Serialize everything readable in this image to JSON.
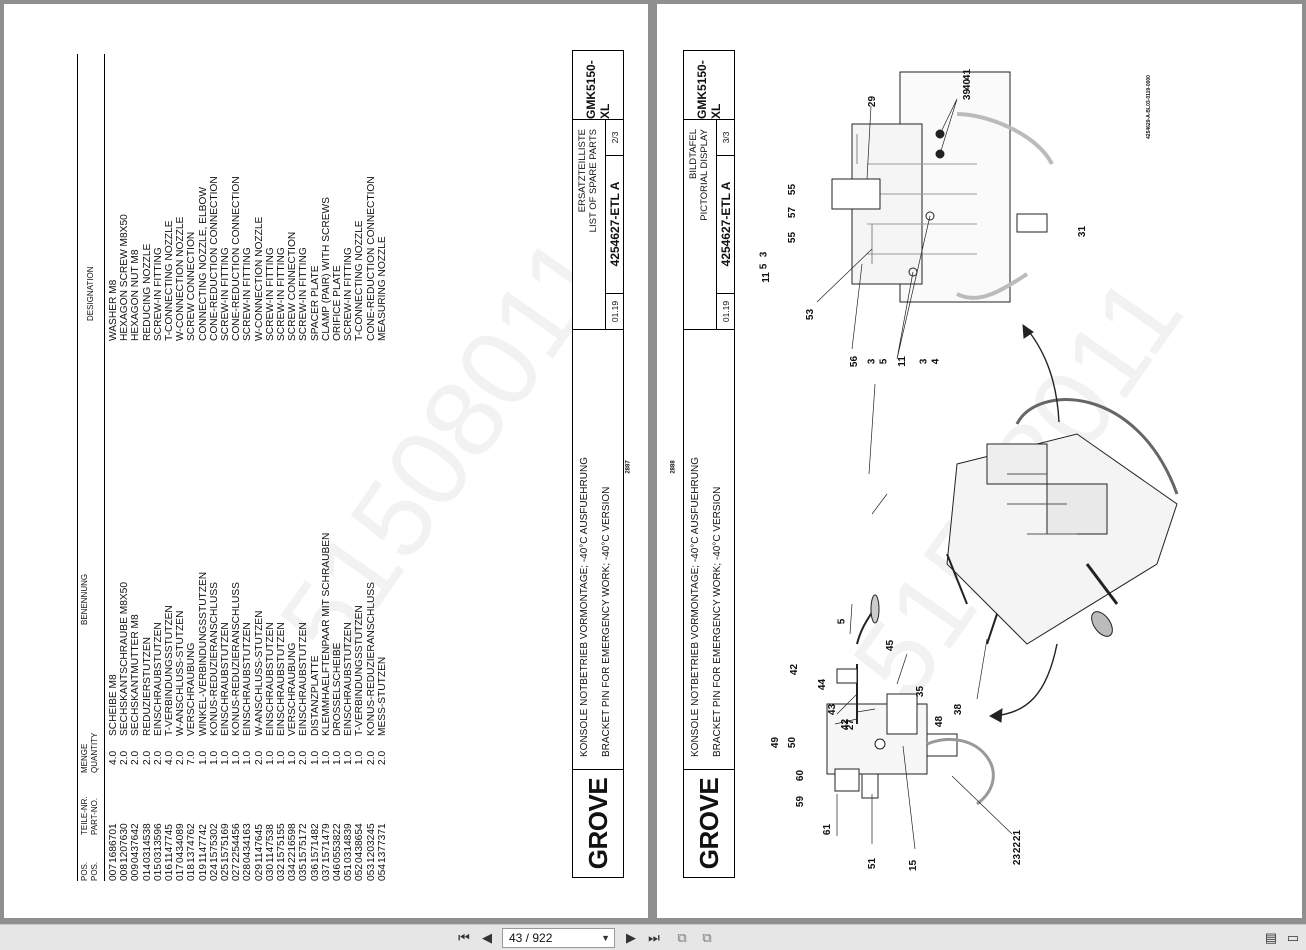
{
  "viewer": {
    "page_indicator": "43 / 922",
    "buttons": [
      "first-page",
      "previous-page",
      "next-page",
      "last-page",
      "single-page-view",
      "two-page-view",
      "scroll-mode",
      "fit-page"
    ]
  },
  "left_page": {
    "header": {
      "pos_de": "POS.",
      "pos_en": "POS.",
      "part_de": "TEILE-NR.",
      "part_en": "PART-NO.",
      "qty_de": "MENGE",
      "qty_en": "QUANTITY",
      "de": "BENENNUNG",
      "en": "DESIGNATION"
    },
    "rows": [
      {
        "pos": "007",
        "part": "1686701",
        "qty": "4.0",
        "de": "SCHEIBE  M8",
        "en": "WASHER M8"
      },
      {
        "pos": "008",
        "part": "1207630",
        "qty": "2.0",
        "de": "SECHSKANTSCHRAUBE  M8X50",
        "en": "HEXAGON SCREW  M8X50"
      },
      {
        "pos": "009",
        "part": "0437642",
        "qty": "2.0",
        "de": "SECHSKANTMUTTER  M8",
        "en": "HEXAGON NUT  M8"
      },
      {
        "pos": "014",
        "part": "0314538",
        "qty": "2.0",
        "de": "REDUZIERSTUTZEN",
        "en": "REDUCING NOZZLE"
      },
      {
        "pos": "015",
        "part": "0313596",
        "qty": "2.0",
        "de": "EINSCHRAUBSTUTZEN",
        "en": "SCREW-IN FITTING"
      },
      {
        "pos": "016",
        "part": "1147745",
        "qty": "4.0",
        "de": "T-VERBINDUNGSSTUTZEN",
        "en": "T-CONNECTING NOZZLE"
      },
      {
        "pos": "017",
        "part": "0434089",
        "qty": "2.0",
        "de": "W-ANSCHLUSS-STUTZEN",
        "en": "W-CONNECTION NOZZLE"
      },
      {
        "pos": "018",
        "part": "1374762",
        "qty": "7.0",
        "de": "VERSCHRAUBUNG",
        "en": "SCREW CONNECTION"
      },
      {
        "pos": "019",
        "part": "1147742",
        "qty": "1.0",
        "de": "WINKEL-VERBINDUNGSSTUTZEN",
        "en": "CONNECTING NOZZLE, ELBOW"
      },
      {
        "pos": "024",
        "part": "1575302",
        "qty": "1.0",
        "de": "KONUS-REDUZIERANSCHLUSS",
        "en": "CONE-REDUCTION CONNECTION"
      },
      {
        "pos": "025",
        "part": "1575169",
        "qty": "1.0",
        "de": "EINSCHRAUBSTUTZEN",
        "en": "SCREW-IN FITTING"
      },
      {
        "pos": "027",
        "part": "2254456",
        "qty": "1.0",
        "de": "KONUS-REDUZIERANSCHLUSS",
        "en": "CONE-REDUCTION CONNECTION"
      },
      {
        "pos": "028",
        "part": "0434163",
        "qty": "1.0",
        "de": "EINSCHRAUBSTUTZEN",
        "en": "SCREW-IN FITTING"
      },
      {
        "pos": "029",
        "part": "1147645",
        "qty": "2.0",
        "de": "W-ANSCHLUSS-STUTZEN",
        "en": "W-CONNECTION NOZZLE"
      },
      {
        "pos": "030",
        "part": "1147538",
        "qty": "1.0",
        "de": "EINSCHRAUBSTUTZEN",
        "en": "SCREW-IN FITTING"
      },
      {
        "pos": "032",
        "part": "1575155",
        "qty": "1.0",
        "de": "EINSCHRAUBSTUTZEN",
        "en": "SCREW-IN FITTING"
      },
      {
        "pos": "034",
        "part": "2216598",
        "qty": "1.0",
        "de": "VERSCHRAUBUNG",
        "en": "SCREW CONNECTION"
      },
      {
        "pos": "035",
        "part": "1575172",
        "qty": "2.0",
        "de": "EINSCHRAUBSTUTZEN",
        "en": "SCREW-IN FITTING"
      },
      {
        "pos": "036",
        "part": "1571482",
        "qty": "1.0",
        "de": "DISTANZPLATTE",
        "en": "SPACER PLATE"
      },
      {
        "pos": "037",
        "part": "1571479",
        "qty": "1.0",
        "de": "KLEMMHAELFTENPAAR  MIT SCHRAUBEN",
        "en": "CLAMP (PAIR) WITH SCREWS"
      },
      {
        "pos": "046",
        "part": "0553822",
        "qty": "1.0",
        "de": "DROSSELSCHEIBE",
        "en": "ORIFICE PLATE"
      },
      {
        "pos": "051",
        "part": "0314839",
        "qty": "1.0",
        "de": "EINSCHRAUBSTUTZEN",
        "en": "SCREW-IN FITTING"
      },
      {
        "pos": "052",
        "part": "0438654",
        "qty": "1.0",
        "de": "T-VERBINDUNGSSTUTZEN",
        "en": "T-CONNECTING NOZZLE"
      },
      {
        "pos": "053",
        "part": "1203245",
        "qty": "2.0",
        "de": "KONUS-REDUZIERANSCHLUSS",
        "en": "CONE-REDUCTION CONNECTION"
      },
      {
        "pos": "054",
        "part": "1377371",
        "qty": "2.0",
        "de": "MESS-STUTZEN",
        "en": "MEASURING NOZZLE"
      }
    ],
    "title_block": {
      "logo": "GROVE",
      "desc_de": "KONSOLE NOTBETRIEB VORMONTAGE; -40°C AUSFUEHRUNG",
      "desc_en": "BRACKET PIN FOR EMERGENCY WORK; -40°C VERSION",
      "title_de": "ERSATZTEILLISTE",
      "title_en": "LIST OF SPARE PARTS",
      "date": "01.19",
      "doc_number": "4254627-ETL A",
      "sheet": "2/3",
      "model": "GMK5150-XL"
    },
    "page_number": "2887",
    "watermark": "51508011"
  },
  "right_page": {
    "title_block": {
      "logo": "GROVE",
      "desc_de": "KONSOLE NOTBETRIEB VORMONTAGE; -40°C AUSFUEHRUNG",
      "desc_en": "BRACKET PIN FOR EMERGENCY WORK; -40°C VERSION",
      "title_de": "BILDTAFEL",
      "title_en": "PICTORIAL DISPLAY",
      "date": "01.19",
      "doc_number": "4254627-ETL A",
      "sheet": "3/3",
      "model": "GMK5150-XL"
    },
    "page_number": "2888",
    "drawing_id": "4254629-A-BL03-0119-0000",
    "watermark": "51508011",
    "callouts": [
      "29",
      "39",
      "40",
      "41",
      "55",
      "57",
      "55",
      "3",
      "5",
      "11",
      "31",
      "53",
      "56",
      "3",
      "5",
      "11",
      "3",
      "4",
      "5",
      "45",
      "42",
      "44",
      "43",
      "42",
      "27",
      "35",
      "48",
      "38",
      "49",
      "50",
      "60",
      "59",
      "61",
      "51",
      "15",
      "21",
      "22",
      "23"
    ]
  }
}
